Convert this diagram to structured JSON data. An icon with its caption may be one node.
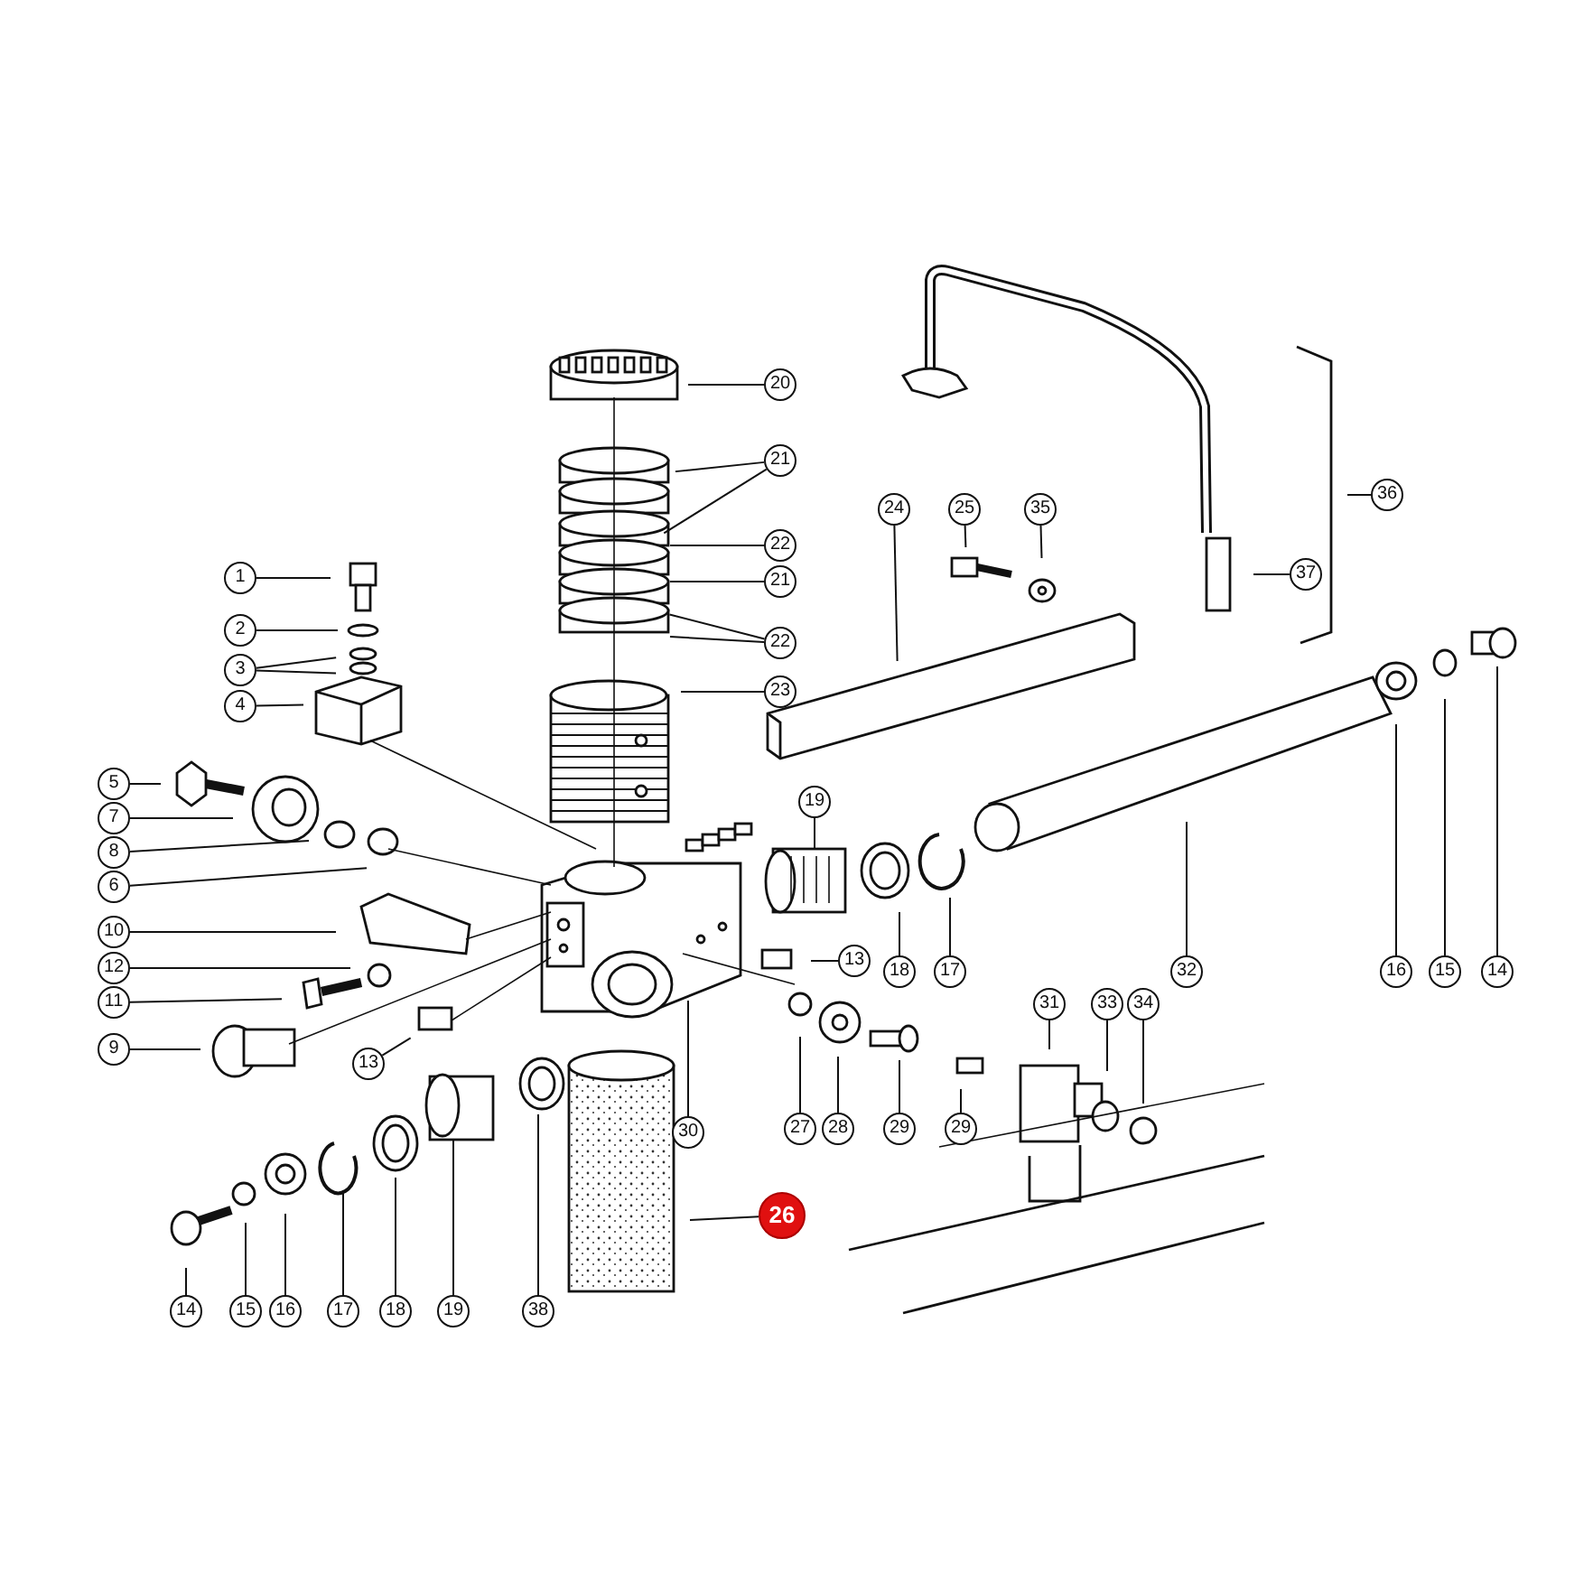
{
  "diagram": {
    "nodes": [
      {
        "text": [
          "20"
        ]
      },
      {
        "text": [
          "21"
        ]
      },
      {
        "text": [
          "22"
        ]
      },
      {
        "text": [
          "21"
        ]
      },
      {
        "text": [
          "22"
        ]
      },
      {
        "text": [
          "23"
        ]
      },
      {
        "text": [
          "24"
        ]
      },
      {
        "text": [
          "25"
        ]
      },
      {
        "text": [
          "35"
        ]
      },
      {
        "text": [
          "36"
        ]
      },
      {
        "text": [
          "37"
        ]
      },
      {
        "text": [
          "1"
        ]
      },
      {
        "text": [
          "2"
        ]
      },
      {
        "text": [
          "3"
        ]
      },
      {
        "text": [
          "4"
        ]
      },
      {
        "text": [
          "5"
        ]
      },
      {
        "text": [
          "7"
        ]
      },
      {
        "text": [
          "8"
        ]
      },
      {
        "text": [
          "6"
        ]
      },
      {
        "text": [
          "10"
        ]
      },
      {
        "text": [
          "12"
        ]
      },
      {
        "text": [
          "11"
        ]
      },
      {
        "text": [
          "9"
        ]
      },
      {
        "text": [
          "13"
        ]
      },
      {
        "text": [
          "19"
        ]
      },
      {
        "text": [
          "13"
        ]
      },
      {
        "text": [
          "18"
        ]
      },
      {
        "text": [
          "17"
        ]
      },
      {
        "text": [
          "32"
        ]
      },
      {
        "text": [
          "16"
        ]
      },
      {
        "text": [
          "15"
        ]
      },
      {
        "text": [
          "14"
        ]
      },
      {
        "text": [
          "31"
        ]
      },
      {
        "text": [
          "33"
        ]
      },
      {
        "text": [
          "34"
        ]
      },
      {
        "text": [
          "27"
        ]
      },
      {
        "text": [
          "28"
        ]
      },
      {
        "text": [
          "29"
        ]
      },
      {
        "text": [
          "29"
        ]
      },
      {
        "text": [
          "30"
        ]
      },
      {
        "text": [
          "14"
        ]
      },
      {
        "text": [
          "15"
        ]
      },
      {
        "text": [
          "16"
        ]
      },
      {
        "text": [
          "17"
        ]
      },
      {
        "text": [
          "18"
        ]
      },
      {
        "text": [
          "19"
        ]
      },
      {
        "text": [
          "38"
        ]
      },
      {
        "text": [
          "26"
        ]
      }
    ],
    "edges": [
      {
        "from": 0,
        "to": null,
        "arrow": "none"
      },
      {
        "from": 1,
        "to": null,
        "arrow": "none"
      },
      {
        "from": 1,
        "to": null,
        "arrow": "none"
      },
      {
        "from": 2,
        "to": null,
        "arrow": "none"
      },
      {
        "from": 3,
        "to": null,
        "arrow": "none"
      },
      {
        "from": 4,
        "to": null,
        "arrow": "none"
      },
      {
        "from": 4,
        "to": null,
        "arrow": "none"
      },
      {
        "from": 5,
        "to": null,
        "arrow": "none"
      },
      {
        "from": 6,
        "to": null,
        "arrow": "none"
      },
      {
        "from": 7,
        "to": null,
        "arrow": "none"
      },
      {
        "from": 8,
        "to": null,
        "arrow": "none"
      },
      {
        "from": 9,
        "to": null,
        "arrow": "none"
      },
      {
        "from": 10,
        "to": null,
        "arrow": "none"
      },
      {
        "from": 11,
        "to": null,
        "arrow": "none"
      },
      {
        "from": 12,
        "to": null,
        "arrow": "none"
      },
      {
        "from": 13,
        "to": null,
        "arrow": "none"
      },
      {
        "from": 13,
        "to": null,
        "arrow": "none"
      },
      {
        "from": 14,
        "to": null,
        "arrow": "none"
      },
      {
        "from": 15,
        "to": null,
        "arrow": "none"
      },
      {
        "from": 16,
        "to": null,
        "arrow": "none"
      },
      {
        "from": 17,
        "to": null,
        "arrow": "none"
      },
      {
        "from": 18,
        "to": null,
        "arrow": "none"
      },
      {
        "from": 19,
        "to": null,
        "arrow": "none"
      },
      {
        "from": 20,
        "to": null,
        "arrow": "none"
      },
      {
        "from": 21,
        "to": null,
        "arrow": "none"
      },
      {
        "from": 22,
        "to": null,
        "arrow": "none"
      },
      {
        "from": 23,
        "to": null,
        "arrow": "none"
      },
      {
        "from": 24,
        "to": null,
        "arrow": "none"
      },
      {
        "from": 25,
        "to": null,
        "arrow": "none"
      },
      {
        "from": 26,
        "to": null,
        "arrow": "none"
      },
      {
        "from": 27,
        "to": null,
        "arrow": "none"
      },
      {
        "from": 28,
        "to": null,
        "arrow": "none"
      },
      {
        "from": 29,
        "to": null,
        "arrow": "none"
      },
      {
        "from": 30,
        "to": null,
        "arrow": "none"
      },
      {
        "from": 31,
        "to": null,
        "arrow": "none"
      },
      {
        "from": 32,
        "to": null,
        "arrow": "none"
      },
      {
        "from": 33,
        "to": null,
        "arrow": "none"
      },
      {
        "from": 34,
        "to": null,
        "arrow": "none"
      },
      {
        "from": 35,
        "to": null,
        "arrow": "none"
      },
      {
        "from": 36,
        "to": null,
        "arrow": "none"
      },
      {
        "from": 37,
        "to": null,
        "arrow": "none"
      },
      {
        "from": 38,
        "to": null,
        "arrow": "none"
      },
      {
        "from": 39,
        "to": null,
        "arrow": "none"
      },
      {
        "from": 40,
        "to": null,
        "arrow": "none"
      },
      {
        "from": 41,
        "to": null,
        "arrow": "none"
      },
      {
        "from": 42,
        "to": null,
        "arrow": "none"
      },
      {
        "from": 43,
        "to": null,
        "arrow": "none"
      },
      {
        "from": 44,
        "to": null,
        "arrow": "none"
      },
      {
        "from": 45,
        "to": null,
        "arrow": "none"
      },
      {
        "from": 46,
        "to": null,
        "arrow": "none"
      },
      {
        "from": 47,
        "to": null,
        "arrow": "none"
      }
    ]
  }
}
